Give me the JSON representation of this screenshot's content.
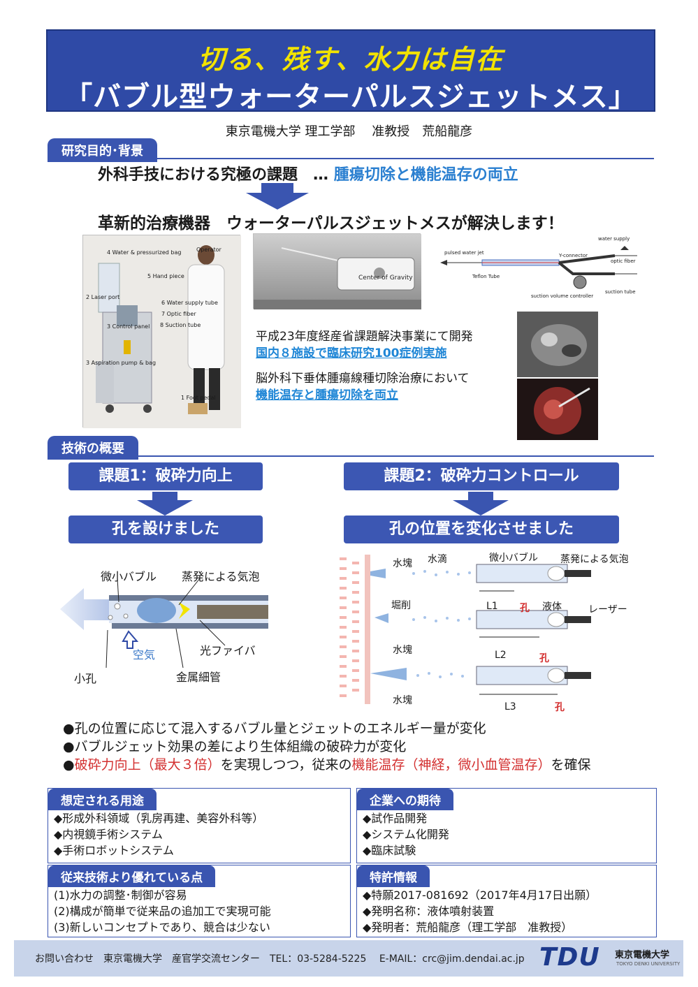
{
  "title": {
    "line1": "切る、残す、水力は自在",
    "line2": "「バブル型ウォーターパルスジェットメス」"
  },
  "author": "東京電機大学 理工学部　 准教授　荒船龍彦",
  "purpose": {
    "tab": "研究目的･背景",
    "heading_prefix": "外科手技における究極の課題　…",
    "heading_highlight": "腫瘍切除と機能温存の両立",
    "solution": "革新的治療機器　ウォーターパルスジェットメスが解決します！",
    "photo_labels": {
      "water_bag": "4 Water & pressurized bag",
      "operator": "Operator",
      "hand_piece": "5 Hand piece",
      "laser_port": "2 Laser port",
      "water_tube": "6 Water supply tube",
      "optic_fiber": "7 Optic fiber",
      "control_panel": "3 Control panel",
      "suction_tube": "8 Suction tube",
      "aspiration": "3 Aspiration pump & bag",
      "foot_pedal": "1 Foot pedal"
    },
    "cog_label": "Center of Gravity",
    "schematic_labels": {
      "pulsed": "pulsed water jet",
      "teflon": "Teflon Tube",
      "y_connector": "Y-connector",
      "water_supply": "water supply",
      "optic_fiber": "optic fiber",
      "suction_ctrl": "suction volume controller",
      "suction_tube": "suction tube"
    },
    "note1": "平成23年度経産省課題解決事業にて開発",
    "note1_link": "国内８施設で臨床研究100症例実施",
    "note2": "脳外科下垂体腫瘍線種切除治療において",
    "note2_link": "機能温存と腫瘍切除を両立"
  },
  "tech": {
    "tab": "技術の概要",
    "task1": "課題1：破砕力向上",
    "task1_result": "孔を設けました",
    "task2": "課題2：破砕力コントロール",
    "task2_result": "孔の位置を変化させました",
    "diag1": {
      "micro_bubble": "微小バブル",
      "vapor_bubble": "蒸発による気泡",
      "air": "空気",
      "optic_fiber": "光ファイバ",
      "small_hole": "小孔",
      "metal_tube": "金属細管"
    },
    "diag2": {
      "water_mass1": "水塊",
      "water_drop": "水滴",
      "micro_bubble": "微小バブル",
      "vapor_bubble": "蒸発による気泡",
      "excavation": "堀削",
      "L1": "L1",
      "hole1": "孔",
      "liquid": "液体",
      "laser": "レーザー",
      "water_mass2": "水塊",
      "L2": "L2",
      "hole2": "孔",
      "water_mass3": "水塊",
      "L3": "L3",
      "hole3": "孔"
    },
    "bullet1": "●孔の位置に応じて混入するバブル量とジェットのエネルギー量が変化",
    "bullet2": "●バブルジェット効果の差により生体組織の破砕力が変化",
    "bullet3_dot": "●",
    "bullet3_red1": "破砕力向上（最大３倍）",
    "bullet3_mid": "を実現しつつ，従来の",
    "bullet3_red2": "機能温存（神経，微小血管温存）",
    "bullet3_end": "を確保"
  },
  "uses": {
    "tab": "想定される用途",
    "items": [
      "◆形成外科領域（乳房再建、美容外科等）",
      "◆内視鏡手術システム",
      "◆手術ロボットシステム"
    ]
  },
  "expect": {
    "tab": "企業への期待",
    "items": [
      "◆試作品開発",
      "◆システム化開発",
      "◆臨床試験"
    ]
  },
  "advantage": {
    "tab": "従来技術より優れている点",
    "items": [
      "(1)水力の調整･制御が容易",
      "(2)構成が簡単で従来品の追加工で実現可能",
      "(3)新しいコンセプトであり、競合は少ない"
    ]
  },
  "patent": {
    "tab": "特許情報",
    "items": [
      "◆特願2017-081692（2017年4月17日出願）",
      "◆発明名称：液体噴射装置",
      "◆発明者：荒船龍彦（理工学部　准教授）"
    ]
  },
  "footer": {
    "text": "お問い合わせ　東京電機大学　産官学交流センター　TEL：03-5284-5225　 E-MAIL：crc@jim.dendai.ac.jp",
    "logo": "TDU",
    "uni": "東京電機大学",
    "uni_en": "TOKYO DENKI UNIVERSITY"
  },
  "colors": {
    "banner": "#2f4aa6",
    "title_yellow": "#f2e300",
    "accent_blue": "#2a7fd0",
    "emphasis_red": "#d32f2f"
  }
}
